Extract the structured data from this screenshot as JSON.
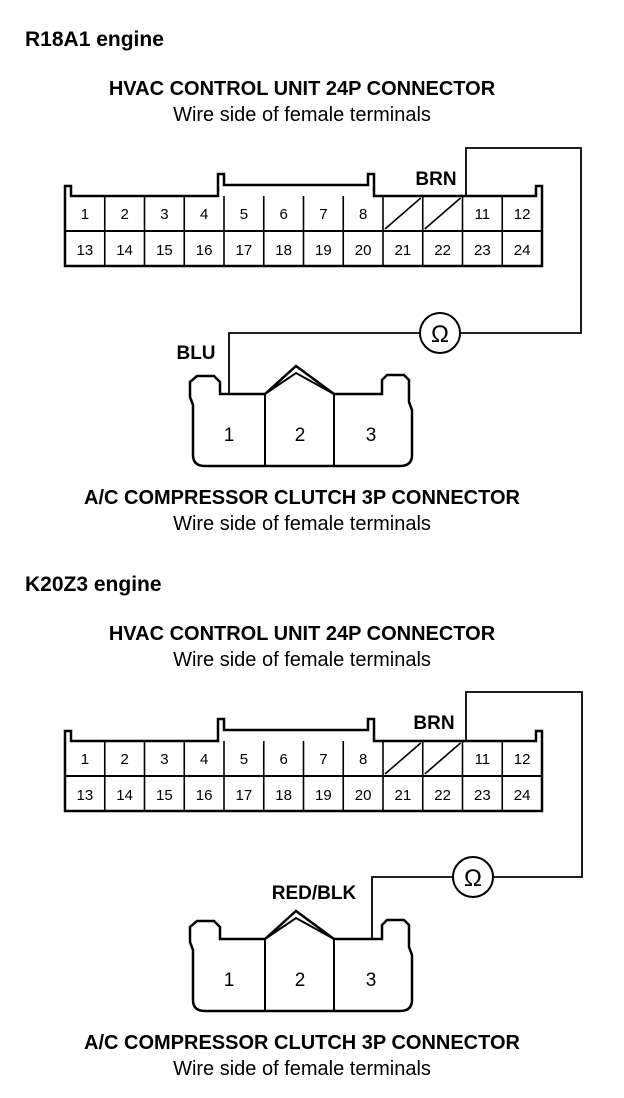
{
  "sections": [
    {
      "engine": "R18A1 engine",
      "hvac_title": "HVAC CONTROL UNIT 24P CONNECTOR",
      "hvac_sub": "Wire side of female terminals",
      "brn_label": "BRN",
      "wire_label": "BLU",
      "ohm_symbol": "Ω",
      "comp_title": "A/C COMPRESSOR CLUTCH 3P CONNECTOR",
      "comp_sub": "Wire side of female terminals",
      "top_pins": [
        "1",
        "2",
        "3",
        "4",
        "5",
        "6",
        "7",
        "8",
        "",
        "",
        "11",
        "12"
      ],
      "bottom_pins": [
        "13",
        "14",
        "15",
        "16",
        "17",
        "18",
        "19",
        "20",
        "21",
        "22",
        "23",
        "24"
      ],
      "comp_pins": [
        "1",
        "2",
        "3"
      ],
      "hvac_terminal": "11",
      "comp_terminal": "1"
    },
    {
      "engine": "K20Z3 engine",
      "hvac_title": "HVAC CONTROL UNIT 24P CONNECTOR",
      "hvac_sub": "Wire side of female terminals",
      "brn_label": "BRN",
      "wire_label": "RED/BLK",
      "ohm_symbol": "Ω",
      "comp_title": "A/C COMPRESSOR CLUTCH 3P CONNECTOR",
      "comp_sub": "Wire side of female terminals",
      "top_pins": [
        "1",
        "2",
        "3",
        "4",
        "5",
        "6",
        "7",
        "8",
        "",
        "",
        "11",
        "12"
      ],
      "bottom_pins": [
        "13",
        "14",
        "15",
        "16",
        "17",
        "18",
        "19",
        "20",
        "21",
        "22",
        "23",
        "24"
      ],
      "comp_pins": [
        "1",
        "2",
        "3"
      ],
      "hvac_terminal": "11",
      "comp_terminal": "3"
    }
  ]
}
